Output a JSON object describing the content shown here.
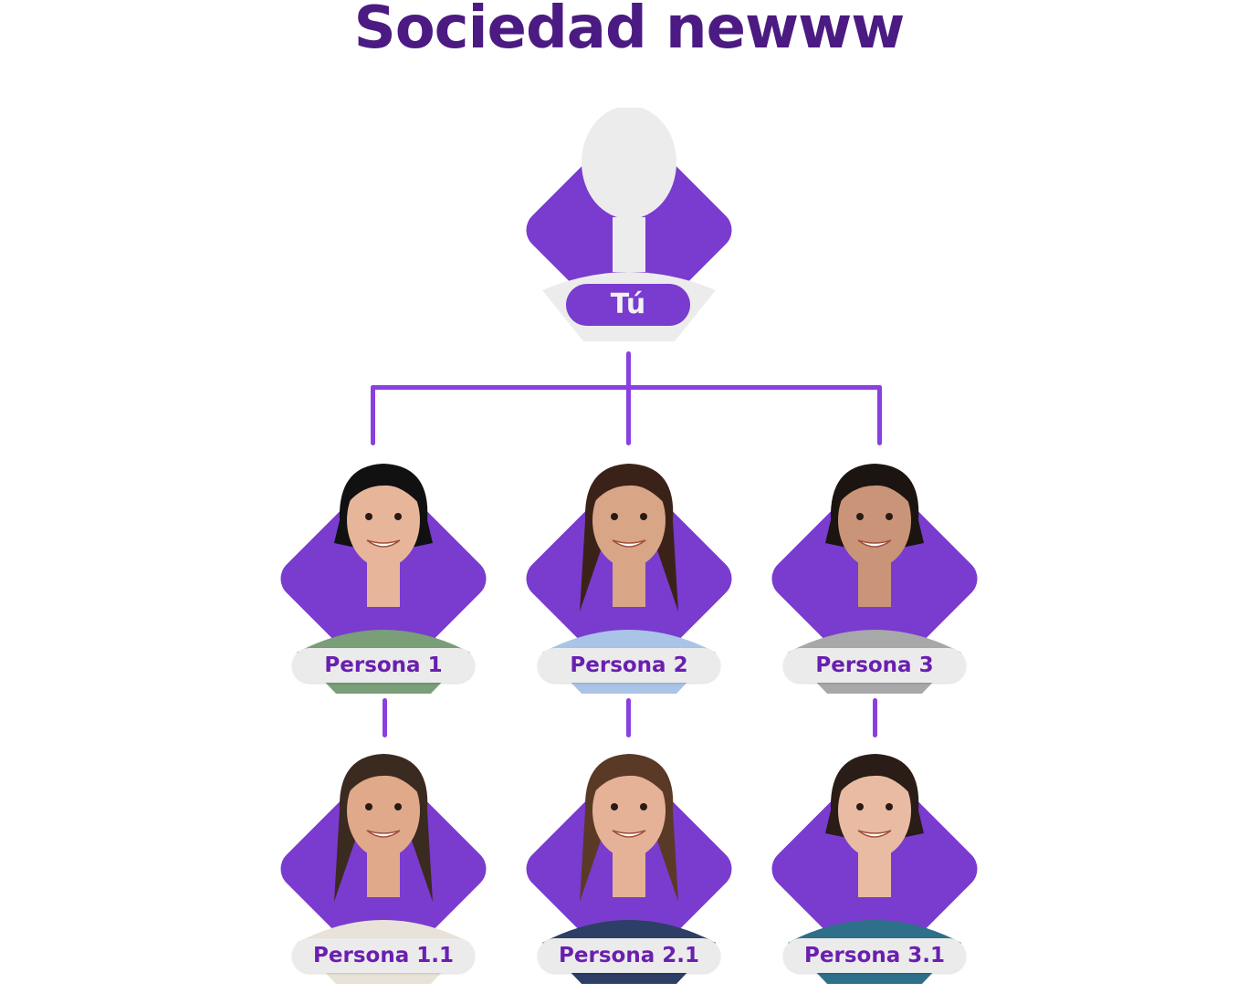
{
  "title": "Sociedad newww",
  "colors": {
    "diamond": "#7a3bcf",
    "connector": "#8a3fe0",
    "title": "#4b1a82",
    "label_text": "#6a1fb0",
    "label_bg": "#ebebeb"
  },
  "root": {
    "label": "Tú",
    "skin": "#ececec",
    "hair": "#ececec",
    "shirt": "#ececec"
  },
  "level1": [
    {
      "label": "Persona 1",
      "skin": "#e7b59a",
      "hair": "#111111",
      "shirt": "#7a9e78"
    },
    {
      "label": "Persona 2",
      "skin": "#d9a587",
      "hair": "#3a2219",
      "shirt": "#a9c4e6"
    },
    {
      "label": "Persona 3",
      "skin": "#c99478",
      "hair": "#1b1410",
      "shirt": "#a7a8aa"
    }
  ],
  "level2": [
    {
      "label": "Persona 1.1",
      "skin": "#e0a98a",
      "hair": "#3b2a20",
      "shirt": "#e9e2d8"
    },
    {
      "label": "Persona 2.1",
      "skin": "#e5b297",
      "hair": "#5a3a26",
      "shirt": "#2d3f66"
    },
    {
      "label": "Persona 3.1",
      "skin": "#e9bba3",
      "hair": "#2a1c16",
      "shirt": "#2e6f8a"
    }
  ]
}
